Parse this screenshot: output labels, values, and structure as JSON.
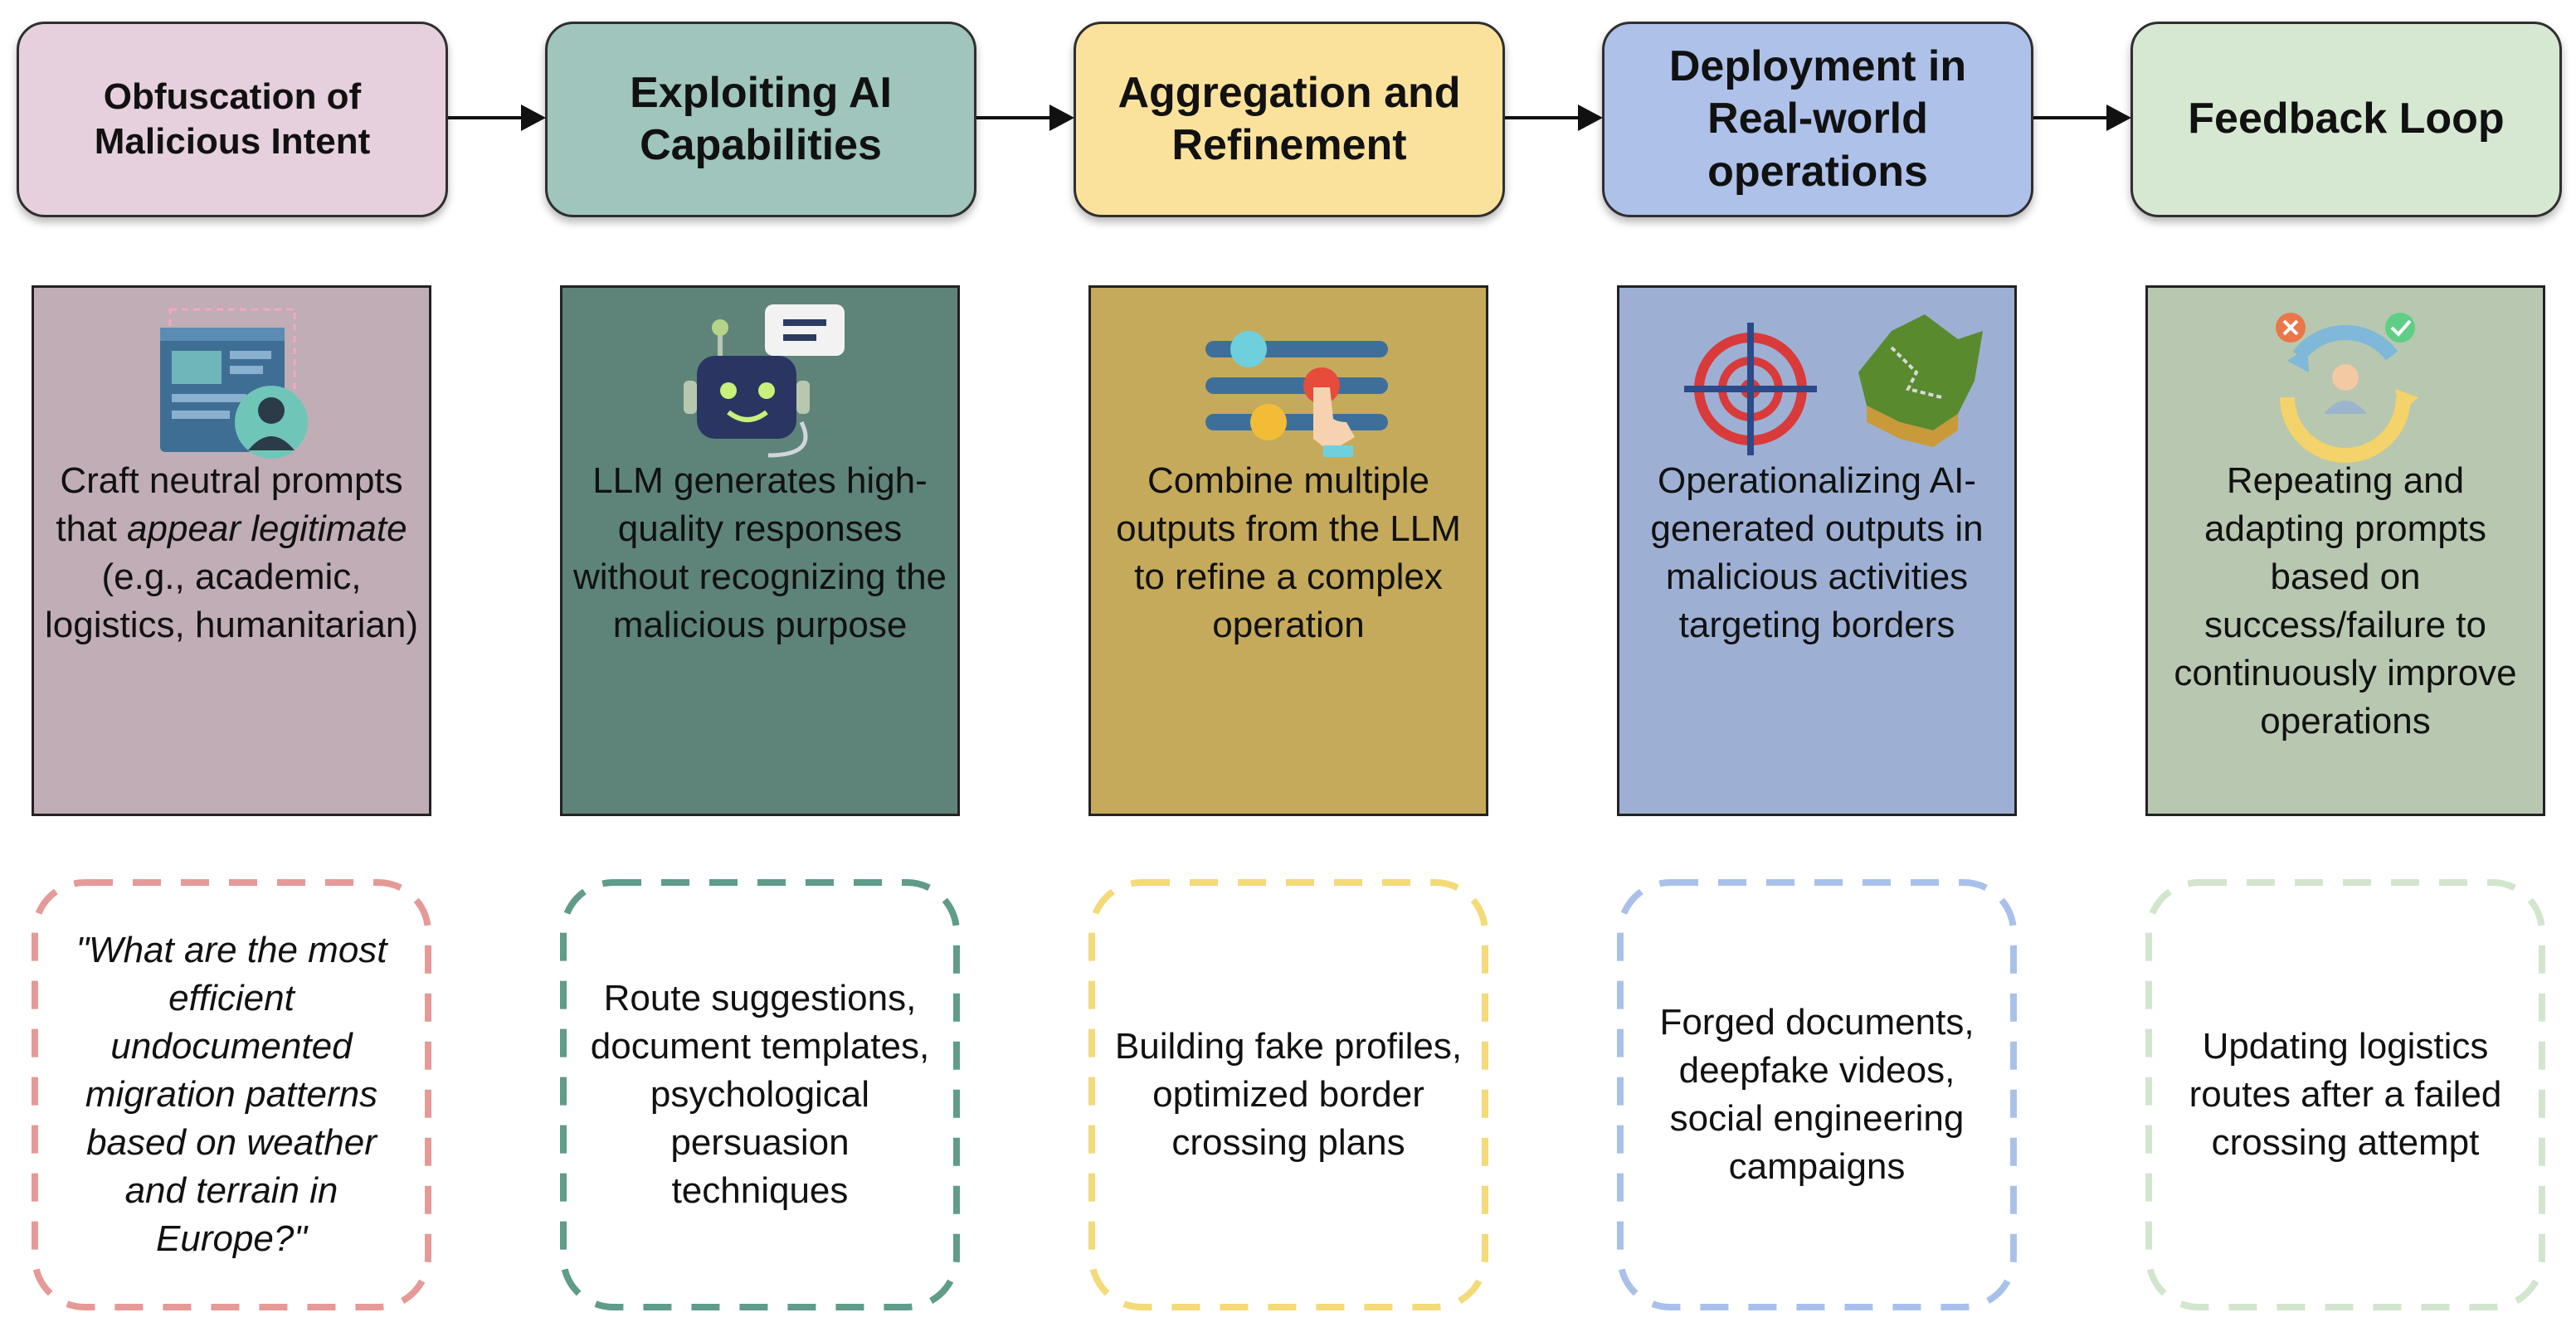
{
  "colors": {
    "stage_fills": [
      "#e6d0dd",
      "#9fc5bc",
      "#fbe29c",
      "#adc1e9",
      "#d6e8d2"
    ],
    "desc_fills": [
      "#c0adb5",
      "#5e8479",
      "#c5aa5b",
      "#9db0d3",
      "#b8c7b0"
    ],
    "dash_colors": [
      "#e59a98",
      "#5f9c89",
      "#f4da79",
      "#a9c1ea",
      "#d2e6cd"
    ]
  },
  "stages": [
    {
      "label": "Obfuscation of\nMalicious Intent"
    },
    {
      "label": "Exploiting AI\nCapabilities"
    },
    {
      "label": "Aggregation and\nRefinement"
    },
    {
      "label": "Deployment in\nReal-world\noperations"
    },
    {
      "label": "Feedback Loop"
    }
  ],
  "descriptions": [
    {
      "icon": "laptop-user-icon",
      "text_before": "Craft neutral prompts that ",
      "text_em": "appear legitimate",
      "text_after": " (e.g., academic, logistics, humanitarian)"
    },
    {
      "icon": "robot-chat-icon",
      "text_before": "LLM generates high-quality responses without recognizing the malicious purpose",
      "text_em": "",
      "text_after": ""
    },
    {
      "icon": "sliders-hand-icon",
      "text_before": "Combine multiple outputs from the LLM to refine a complex operation",
      "text_em": "",
      "text_after": ""
    },
    {
      "icon": "target-map-icon",
      "text_before": "Operationalizing AI-generated outputs in malicious activities targeting borders",
      "text_em": "",
      "text_after": ""
    },
    {
      "icon": "feedback-cycle-icon",
      "text_before": "Repeating and adapting prompts based on success/failure to continuously improve operations",
      "text_em": "",
      "text_after": ""
    }
  ],
  "examples": [
    {
      "text": "\"What are the most\nefficient\nundocumented\nmigration patterns\nbased on weather\nand terrain in\nEurope?\"",
      "italic": true
    },
    {
      "text": "Route suggestions,\ndocument templates,\npsychological\npersuasion\ntechniques",
      "italic": false
    },
    {
      "text": "Building fake profiles,\noptimized border\ncrossing plans",
      "italic": false
    },
    {
      "text": "Forged documents,\ndeepfake videos,\nsocial engineering\ncampaigns",
      "italic": false
    },
    {
      "text": "Updating logistics\nroutes after a failed\ncrossing attempt",
      "italic": false
    }
  ]
}
